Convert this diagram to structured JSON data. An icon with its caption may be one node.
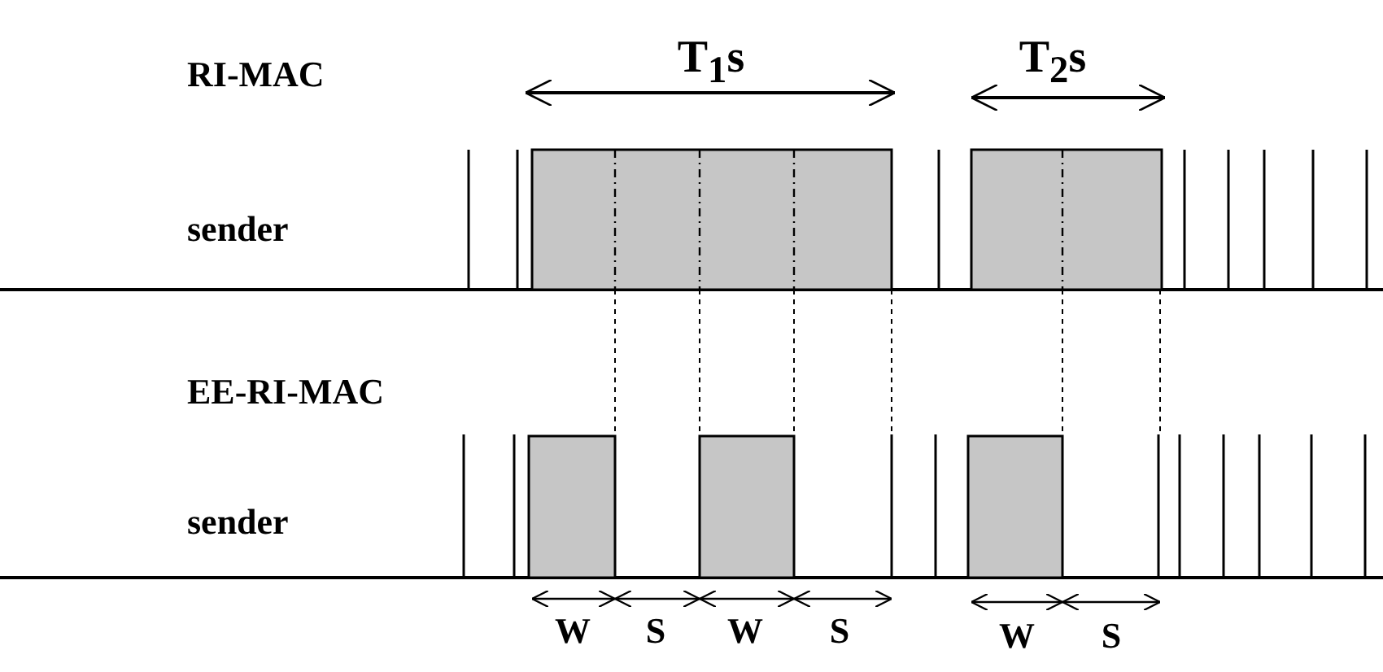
{
  "diagram": {
    "labels": [
      "T$_{1}$s",
      "T$_{2}$s",
      "RI-MAC",
      "sender",
      "EE-RI-MAC",
      "sender",
      "W",
      "S",
      "W",
      "S",
      "W",
      "S"
    ]
  }
}
